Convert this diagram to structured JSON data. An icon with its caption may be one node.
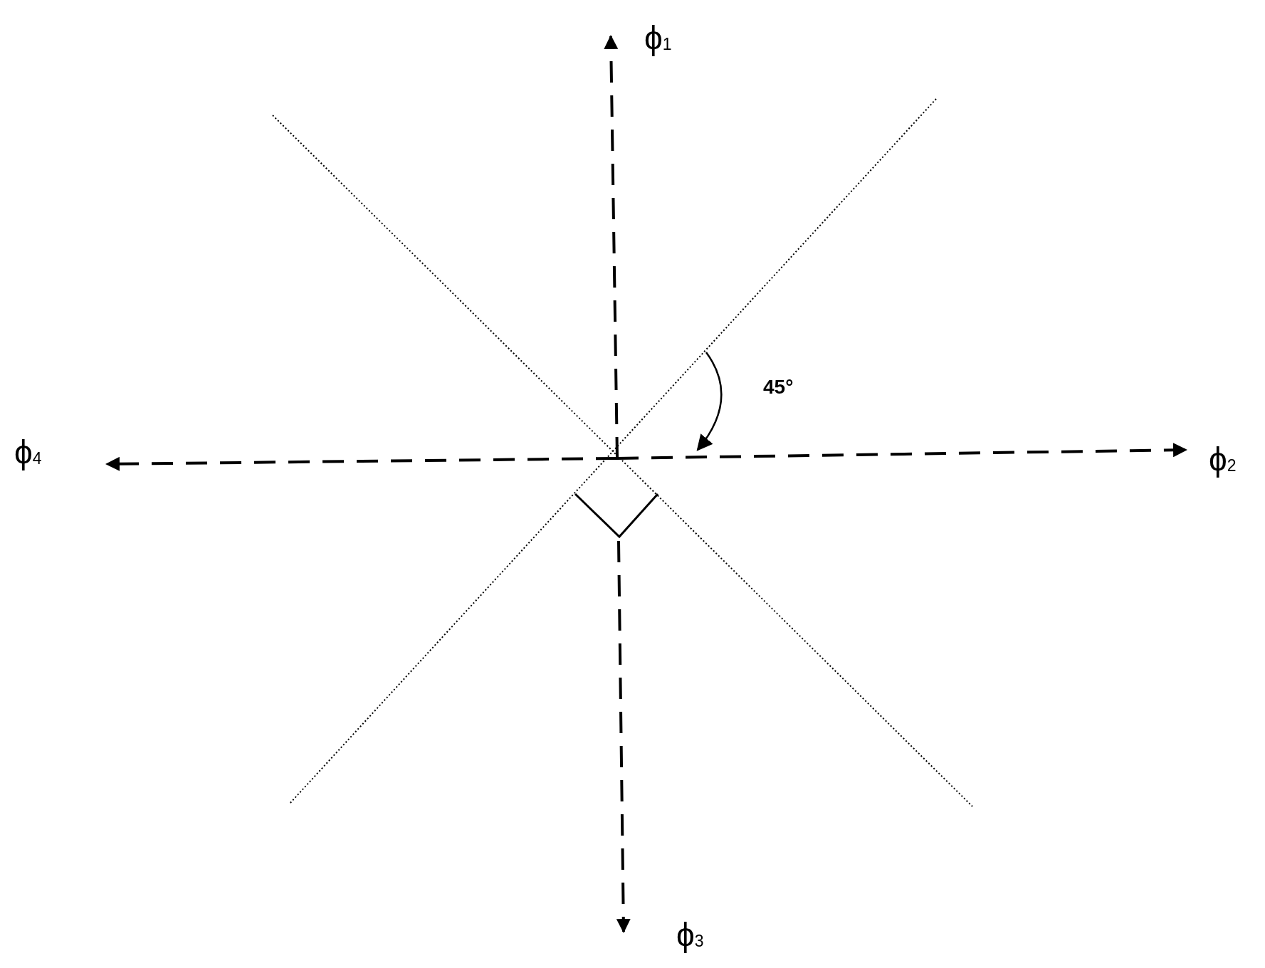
{
  "diagram": {
    "labels": [
      "ϕ$_{1}$",
      "45°",
      "ϕ$_{4}$",
      "ϕ$_{2}$",
      "ϕ$_{3}$"
    ]
  }
}
